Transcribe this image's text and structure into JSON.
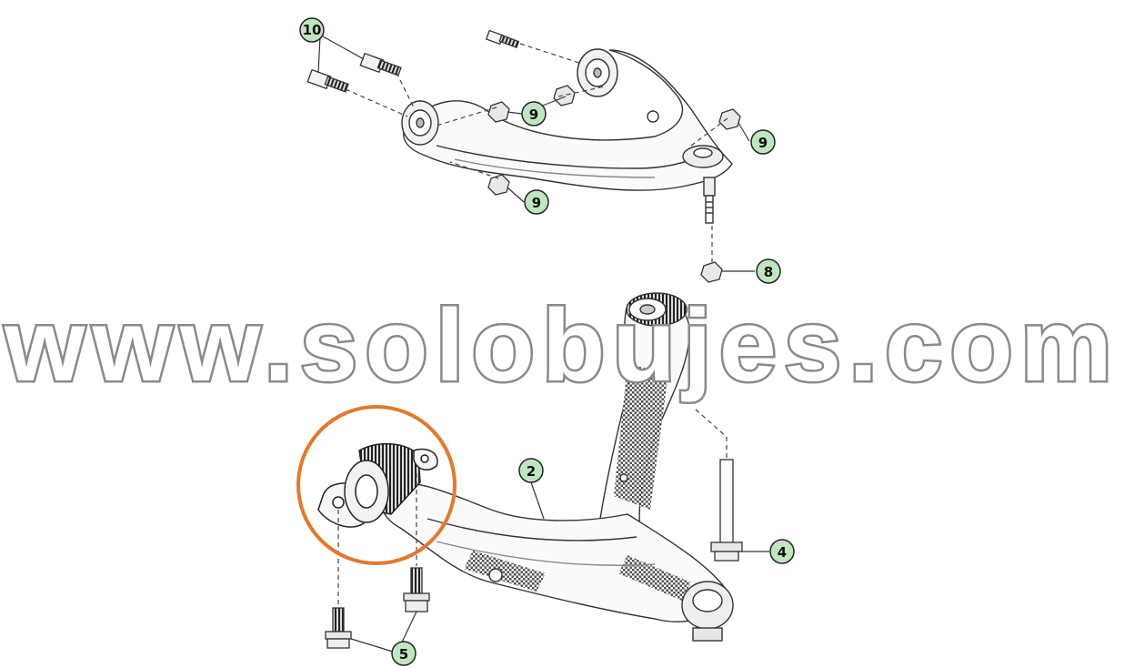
{
  "diagram": {
    "watermark": "www.solobujes.com",
    "highlight_color": "#e07a2e",
    "callout_fill": "#bfe6c0",
    "callouts": [
      {
        "id": "part-10",
        "label": "10"
      },
      {
        "id": "part-9-upper-left",
        "label": "9"
      },
      {
        "id": "part-9-upper-right",
        "label": "9"
      },
      {
        "id": "part-9-lower",
        "label": "9"
      },
      {
        "id": "part-8",
        "label": "8"
      },
      {
        "id": "part-2",
        "label": "2"
      },
      {
        "id": "part-4",
        "label": "4"
      },
      {
        "id": "part-5",
        "label": "5"
      }
    ]
  }
}
